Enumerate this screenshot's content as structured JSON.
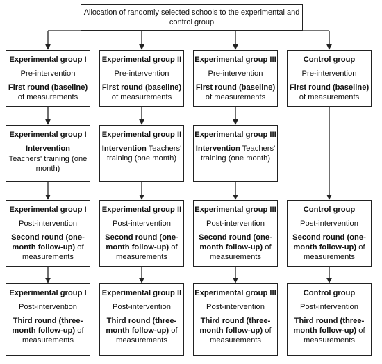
{
  "allocation": "Allocation of randomly selected schools to the experimental and control group",
  "groups": {
    "exp1": "Experimental group I",
    "exp2": "Experimental group II",
    "exp3": "Experimental group III",
    "control": "Control group"
  },
  "phases": {
    "pre": "Pre-intervention",
    "post": "Post-intervention",
    "intervention": "Intervention",
    "training_a": "Teachers' training (one month)",
    "training_b": "Teachers' training (one month)"
  },
  "rounds": {
    "first_bold": "First round (baseline)",
    "first_rest": "of measurements",
    "second_bold": "Second round (one-month follow-up)",
    "second_rest": "of measurements",
    "third_bold": "Third round (three-month follow-up)",
    "third_rest": "of measurements"
  }
}
